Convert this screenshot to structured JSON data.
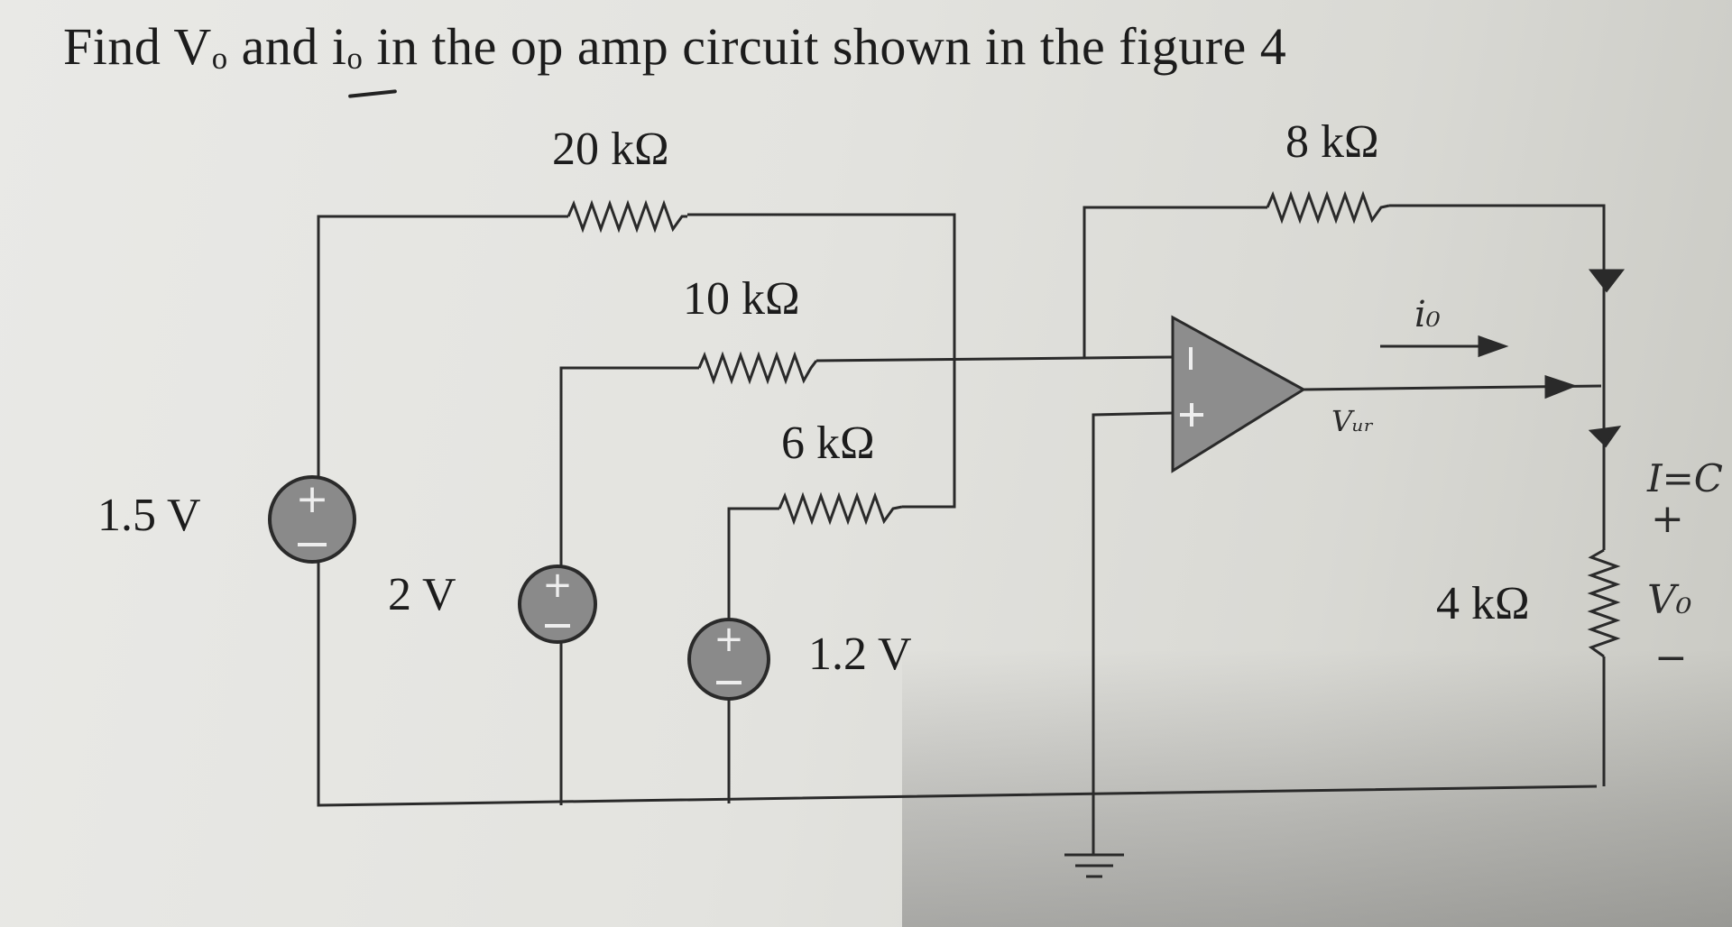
{
  "problem": {
    "prefix": "Find V",
    "sub1": "o",
    "mid": " and i",
    "sub2": "o",
    "suffix": " in the op amp circuit shown in the figure 4"
  },
  "resistors": {
    "r20": "20 kΩ",
    "r8": "8 kΩ",
    "r10": "10 kΩ",
    "r6": "6 kΩ",
    "r4": "4 kΩ"
  },
  "sources": {
    "v1": "1.5 V",
    "v2": "2 V",
    "v3": "1.2 V"
  },
  "opamp": {
    "minus": "−",
    "plus": "+"
  },
  "handwritten": {
    "current": "i₀",
    "vtag": "Vᵤᵣ",
    "note": "I=C",
    "plus": "+",
    "vo": "V₀",
    "minus": "−"
  },
  "colors": {
    "wire": "#2a2a2a",
    "source_fill": "#8a8a8a",
    "opamp_fill": "#8d8d8d"
  }
}
